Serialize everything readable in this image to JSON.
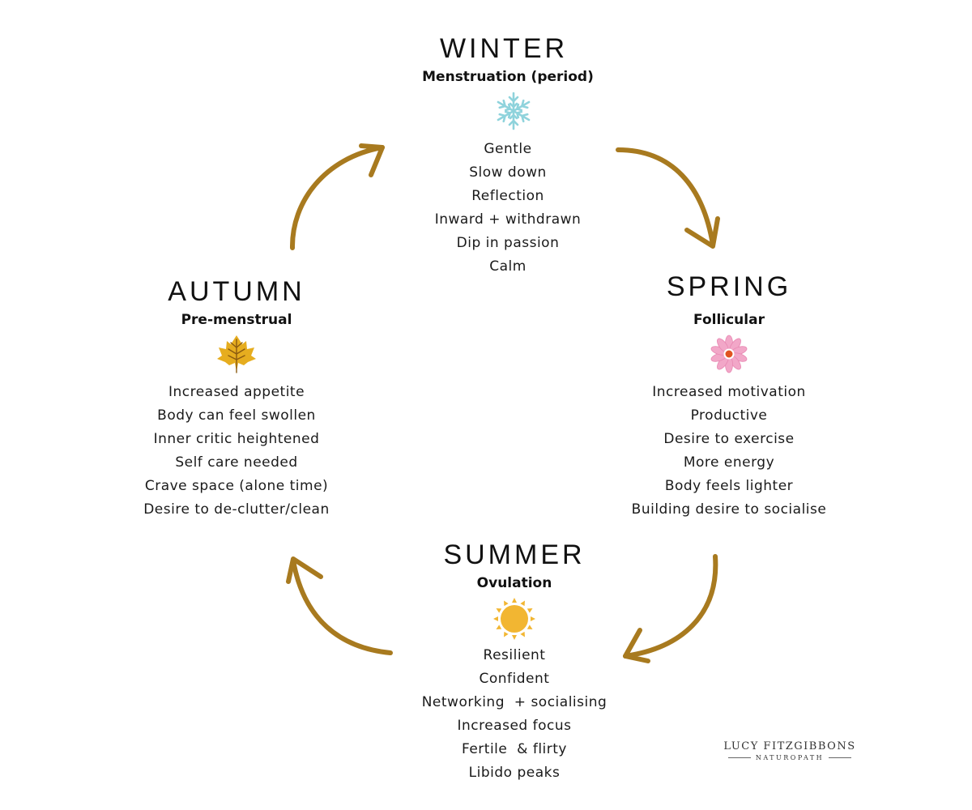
{
  "seasons": {
    "winter": {
      "name": "WINTER",
      "phase": "Menstruation (period)",
      "icon": "snowflake-icon",
      "icon_color": "#8fd3dc",
      "traits": [
        "Gentle",
        "Slow down",
        "Reflection",
        "Inward + withdrawn",
        "Dip in passion",
        "Calm"
      ]
    },
    "spring": {
      "name": "SPRING",
      "phase": "Follicular",
      "icon": "flower-icon",
      "icon_color": "#f2a7c8",
      "traits": [
        "Increased motivation",
        "Productive",
        "Desire to exercise",
        "More energy",
        "Body feels lighter",
        "Building desire to socialise"
      ]
    },
    "summer": {
      "name": "SUMMER",
      "phase": "Ovulation",
      "icon": "sun-icon",
      "icon_color": "#f2b632",
      "traits": [
        "Resilient",
        "Confident",
        "Networking  + socialising",
        "Increased focus",
        "Fertile  & flirty",
        "Libido peaks"
      ]
    },
    "autumn": {
      "name": "AUTUMN",
      "phase": "Pre-menstrual",
      "icon": "leaf-icon",
      "icon_color": "#e6ad1f",
      "traits": [
        "Increased appetite",
        "Body can feel swollen",
        "Inner critic heightened",
        "Self care needed",
        "Crave space (alone time)",
        "Desire to de-clutter/clean"
      ]
    }
  },
  "arrow_color": "#a87a1f",
  "brand": {
    "name": "LUCY FITZGIBBONS",
    "subtitle": "NATUROPATH"
  }
}
